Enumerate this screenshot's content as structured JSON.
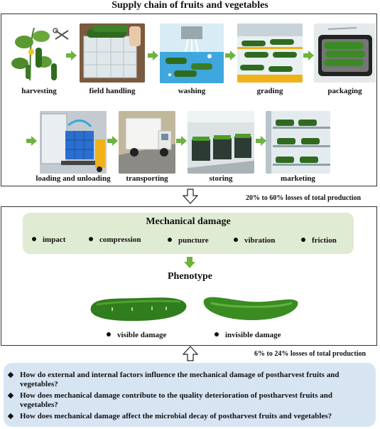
{
  "title": "Supply chain of fruits and vegetables",
  "stages_row1": [
    {
      "label": "harvesting",
      "icon": "harvest-illustration"
    },
    {
      "label": "field handling",
      "icon": "crate-illustration"
    },
    {
      "label": "washing",
      "icon": "washing-illustration"
    },
    {
      "label": "grading",
      "icon": "grading-illustration"
    },
    {
      "label": "packaging",
      "icon": "package-tray-illustration"
    }
  ],
  "stages_row2": [
    {
      "label": "loading and unloading",
      "icon": "truck-loading-illustration"
    },
    {
      "label": "transporting",
      "icon": "truck-illustration"
    },
    {
      "label": "storing",
      "icon": "warehouse-illustration"
    },
    {
      "label": "marketing",
      "icon": "shelf-illustration"
    }
  ],
  "loss_1": "20% to 60% losses of total production",
  "loss_2": "6% to 24% losses of total production",
  "mechanical_damage": {
    "title": "Mechanical damage",
    "types": [
      "impact",
      "compression",
      "puncture",
      "vibration",
      "friction"
    ]
  },
  "phenotype": {
    "title": "Phenotype",
    "items": [
      "visible damage",
      "invisible damage"
    ]
  },
  "questions": [
    "How do external and internal factors influence the mechanical damage of postharvest fruits and vegetables?",
    "How does mechanical damage contribute to the quality deterioration of postharvest fruits and vegetables?",
    "How does mechanical damage affect the microbial decay of postharvest fruits and vegetables?"
  ],
  "colors": {
    "arrow_green": "#6cb33f",
    "damage_panel": "#dfecd3",
    "question_panel": "#d7e5f3"
  }
}
